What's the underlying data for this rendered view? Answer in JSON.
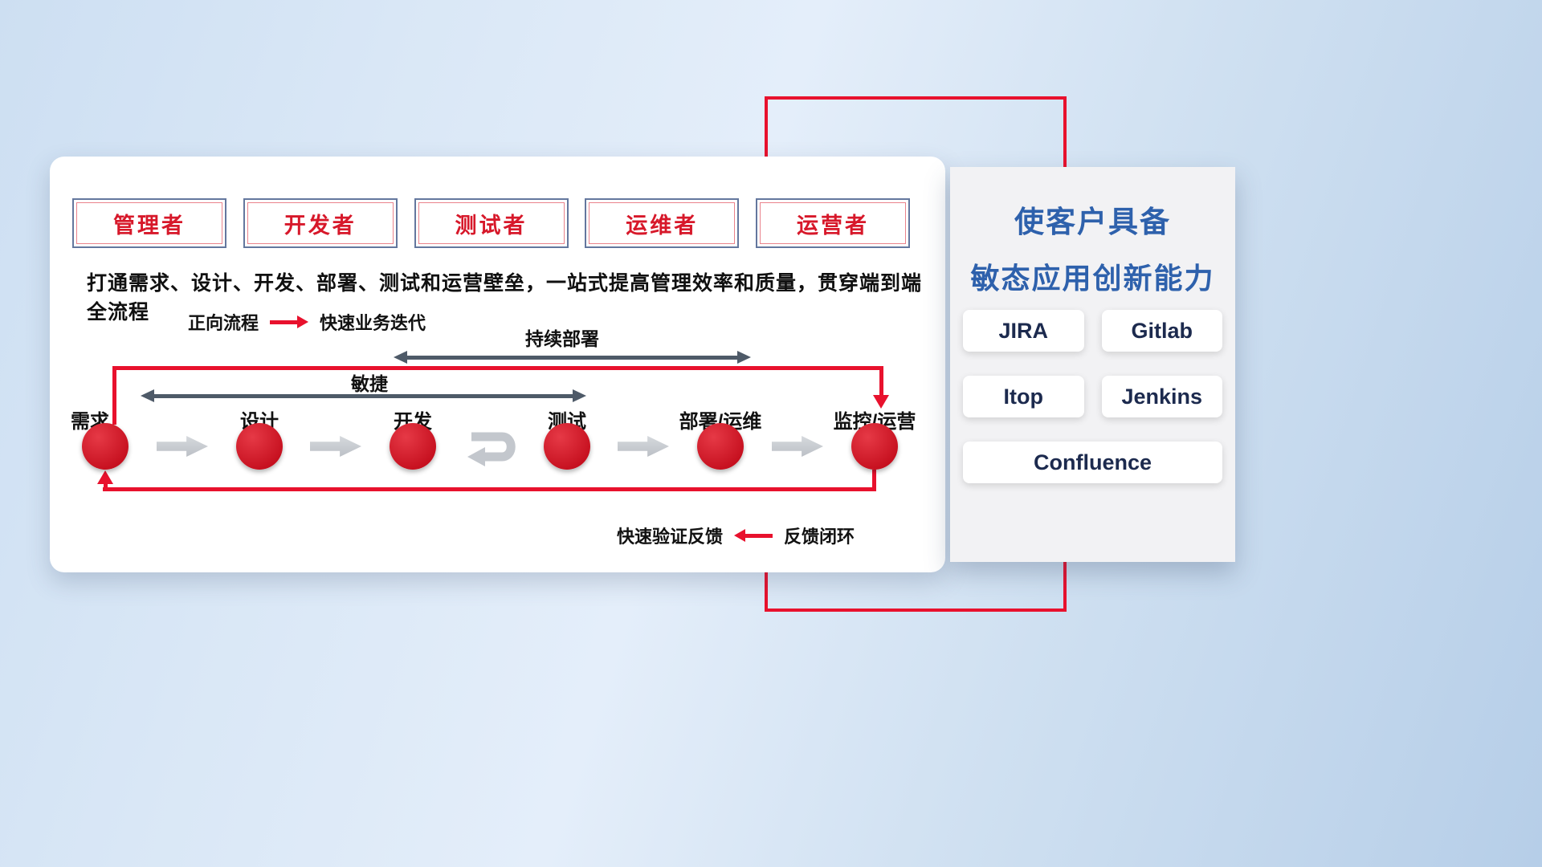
{
  "colors": {
    "accent_red": "#e8112d",
    "node_red": "#d7182a",
    "title_blue": "#2e61ac",
    "flow_arrow_gray": "#c3c7cd",
    "span_arrow_gray": "#4e5a68"
  },
  "roles": [
    "管理者",
    "开发者",
    "测试者",
    "运维者",
    "运营者"
  ],
  "subtitle": "打通需求、设计、开发、部署、测试和运营壁垒，一站式提高管理效率和质量，贯穿端到端全流程",
  "legend_forward": {
    "label": "正向流程",
    "desc": "快速业务迭代"
  },
  "legend_feedback": {
    "label": "快速验证反馈",
    "desc": "反馈闭环"
  },
  "spans": {
    "agile": "敏捷",
    "continuous_deploy": "持续部署"
  },
  "nodes": [
    "需求",
    "设计",
    "开发",
    "测试",
    "部署/运维",
    "监控/运营"
  ],
  "icons": {
    "forward_arrow": "red-right-arrow",
    "feedback_arrow": "red-left-arrow",
    "flow_arrow": "gray-block-arrow",
    "iteration_arrow": "u-turn-arrow",
    "span_arrow": "double-headed-arrow"
  },
  "panel": {
    "title_line1": "使客户具备",
    "title_line2": "敏态应用创新能力",
    "tools": [
      "JIRA",
      "Gitlab",
      "Itop",
      "Jenkins",
      "Confluence"
    ]
  }
}
